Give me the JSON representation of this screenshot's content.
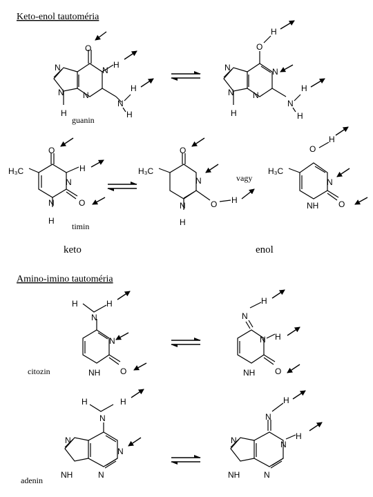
{
  "headings": {
    "keto_enol": "Keto-enol tautoméria",
    "amino_imino": "Amino-imino tautoméria"
  },
  "labels": {
    "guanin": "guanin",
    "timin": "timin",
    "citozin": "citozin",
    "adenin": "adenin",
    "keto": "keto",
    "enol": "enol",
    "vagy": "vagy"
  },
  "atoms": {
    "O": "O",
    "N": "N",
    "H": "H",
    "NH": "NH",
    "H3C": "H₃C"
  },
  "icons": {
    "equilibrium": "equilibrium-arrows-icon",
    "hbond": "hydrogen-bond-arrow-icon"
  }
}
